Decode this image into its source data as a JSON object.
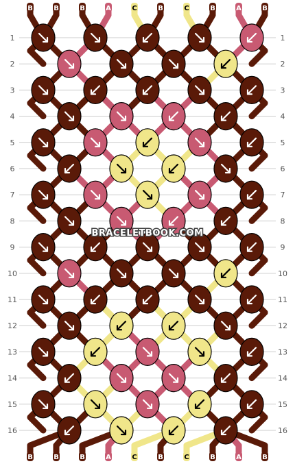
{
  "pattern": {
    "strands_top": [
      "B",
      "B",
      "B",
      "A",
      "C",
      "B",
      "C",
      "B",
      "A",
      "B"
    ],
    "strands_bottom": [
      "B",
      "B",
      "B",
      "A",
      "C",
      "B",
      "C",
      "B",
      "A",
      "B"
    ],
    "row_labels": [
      "1",
      "2",
      "3",
      "4",
      "5",
      "6",
      "7",
      "8",
      "9",
      "10",
      "11",
      "12",
      "13",
      "14",
      "15",
      "16"
    ],
    "watermark": "BRACELETBOOK.COM",
    "colors": {
      "A": "#c85a72",
      "B": "#5a1a08",
      "C": "#f0e68a",
      "text_light": "#ffffff",
      "text_dark": "#000000",
      "grid": "#cccccc"
    },
    "knots": [
      [
        "B",
        "B",
        "B",
        "B",
        "A"
      ],
      [
        "A",
        "B",
        "B",
        "C"
      ],
      [
        "B",
        "B",
        "B",
        "B",
        "B"
      ],
      [
        "B",
        "A",
        "A",
        "B"
      ],
      [
        "B",
        "A",
        "C",
        "A",
        "B"
      ],
      [
        "B",
        "C",
        "C",
        "B"
      ],
      [
        "B",
        "A",
        "C",
        "A",
        "B"
      ],
      [
        "B",
        "A",
        "A",
        "B"
      ],
      [
        "B",
        "B",
        "B",
        "B",
        "B"
      ],
      [
        "A",
        "B",
        "B",
        "C"
      ],
      [
        "B",
        "B",
        "B",
        "B",
        "B"
      ],
      [
        "B",
        "C",
        "C",
        "B"
      ],
      [
        "B",
        "C",
        "A",
        "C",
        "B"
      ],
      [
        "B",
        "A",
        "A",
        "B"
      ],
      [
        "B",
        "C",
        "A",
        "C",
        "B"
      ],
      [
        "B",
        "C",
        "C",
        "B"
      ]
    ],
    "arrows": [
      [
        "SE",
        "SE",
        "SW",
        "SE",
        "SW"
      ],
      [
        "SE",
        "SE",
        "SE",
        "SW"
      ],
      [
        "SE",
        "SW",
        "SW",
        "SE",
        "SW"
      ],
      [
        "SE",
        "SE",
        "SW",
        "SW"
      ],
      [
        "SE",
        "SE",
        "SW",
        "SE",
        "SW"
      ],
      [
        "SW",
        "SE",
        "SW",
        "SE"
      ],
      [
        "SE",
        "SE",
        "SE",
        "SE",
        "SW"
      ],
      [
        "SE",
        "SE",
        "SW",
        "SW"
      ],
      [
        "SE",
        "SW",
        "SE",
        "SE",
        "SW"
      ],
      [
        "SE",
        "SE",
        "SE",
        "SW"
      ],
      [
        "SE",
        "SW",
        "SW",
        "SE",
        "SW"
      ],
      [
        "SE",
        "SW",
        "SW",
        "SE"
      ],
      [
        "SE",
        "SW",
        "SE",
        "SE",
        "SW"
      ],
      [
        "SW",
        "SE",
        "SE",
        "SW"
      ],
      [
        "SE",
        "SE",
        "SE",
        "SW",
        "SW"
      ],
      [
        "SW",
        "SE",
        "SW",
        "SW"
      ]
    ]
  }
}
